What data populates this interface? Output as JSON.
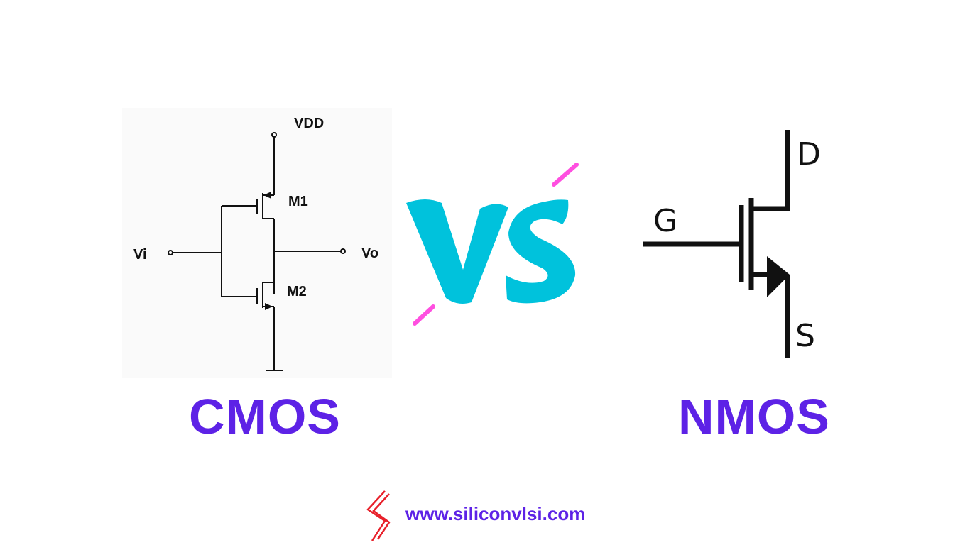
{
  "cmos": {
    "title": "CMOS",
    "labels": {
      "vdd": "VDD",
      "m1": "M1",
      "m2": "M2",
      "vi": "Vi",
      "vo": "Vo"
    }
  },
  "vs": {
    "text": "VS",
    "color": "#00c2dc",
    "accent_color": "#ff4fe0"
  },
  "nmos": {
    "title": "NMOS",
    "terminals": {
      "drain": "D",
      "gate": "G",
      "source": "S"
    }
  },
  "footer": {
    "url": "www.siliconvlsi.com",
    "logo_color": "#e8202a"
  },
  "colors": {
    "title": "#5d22e6",
    "line": "#111111"
  }
}
